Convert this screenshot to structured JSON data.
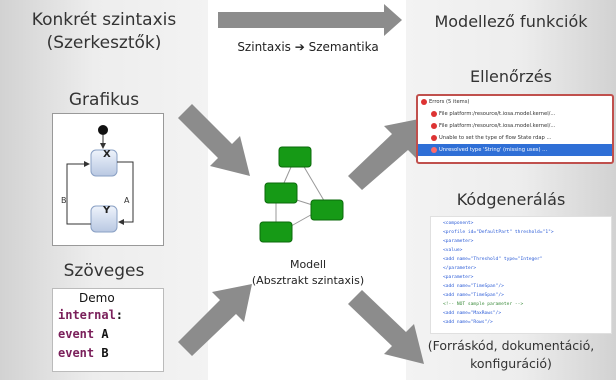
{
  "left": {
    "title_line1": "Konkrét szintaxis",
    "title_line2": "(Szerkesztők)",
    "graphical_label": "Grafikus",
    "state_x": "X",
    "state_y": "Y",
    "transition_b": "B",
    "transition_a": "A",
    "textual_label": "Szöveges",
    "text_demo": "Demo",
    "text_internal": "internal",
    "text_colon": ":",
    "text_event1_kw": "event",
    "text_event1_name": "A",
    "text_event2_kw": "event",
    "text_event2_name": "B"
  },
  "top_arrow_label": "Szintaxis ➔ Szemantika",
  "center": {
    "model_label_line1": "Modell",
    "model_label_line2": "(Absztrakt szintaxis)"
  },
  "right": {
    "title": "Modellező funkciók",
    "validation_label": "Ellenőrzés",
    "errors": [
      "Errors (5 items)",
      "File platform:/resource/t.iosa.model.kernel/...",
      "File platform:/resource/t.iosa.model.kernel/...",
      "Unable to set the type of flow State rdap ...",
      "Unresolved type 'String' (missing uses) ..."
    ],
    "codegen_label": "Kódgenerálás",
    "code_lines": [
      "<component>",
      "  <profile id=\"DefaultPart\" threshold=\"1\">",
      "    <parameter>",
      "      <value>",
      "      <add name=\"Threshold\" type=\"Integer\"",
      "    </parameter>",
      "    <parameter>",
      "      <add name=\"TimeSpan\"/>",
      "      <add name=\"TimeSpan\"/>",
      "      <!-- NOT sample parameter -->",
      "      <add name=\"MaxRows\"/>",
      "      <add name=\"Rows\"/>"
    ],
    "output_line1": "(Forráskód, dokumentáció,",
    "output_line2": "konfiguráció)"
  },
  "colors": {
    "model_green": "#169a16",
    "keyword_purple": "#7a1f5a",
    "error_border": "#c0504d",
    "selected_row": "#2f6fd6",
    "arrow_gray": "#8c8c8c"
  }
}
